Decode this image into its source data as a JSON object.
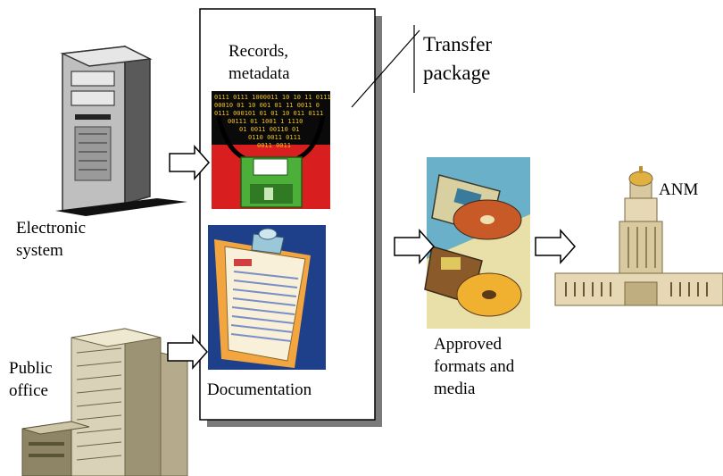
{
  "labels": {
    "electronic_system": "Electronic\nsystem",
    "public_office": "Public\noffice",
    "records_metadata": "Records,\nmetadata",
    "transfer_package": "Transfer\npackage",
    "documentation": "Documentation",
    "approved_formats": "Approved\nformats and\nmedia",
    "anm": "ANM"
  },
  "binary_lines": [
    "0111 0111 1000011 10 10 11 0111",
    "00010 01 10 001 01 11 0011 0",
    "0111 000101 01 01 10 011 0111",
    "00111 01 1001 1 1110",
    "01 0011 00110 01",
    "0110 0011 0111",
    "0011 0011"
  ],
  "colors": {
    "arrow_fill": "#ffffff",
    "box_shadow": "#7a7a7a",
    "floppy_green": "#4caf3a",
    "binary_bg": "#0a0a0a",
    "binary_text": "#f0c020",
    "red_bg": "#d81e1e"
  }
}
